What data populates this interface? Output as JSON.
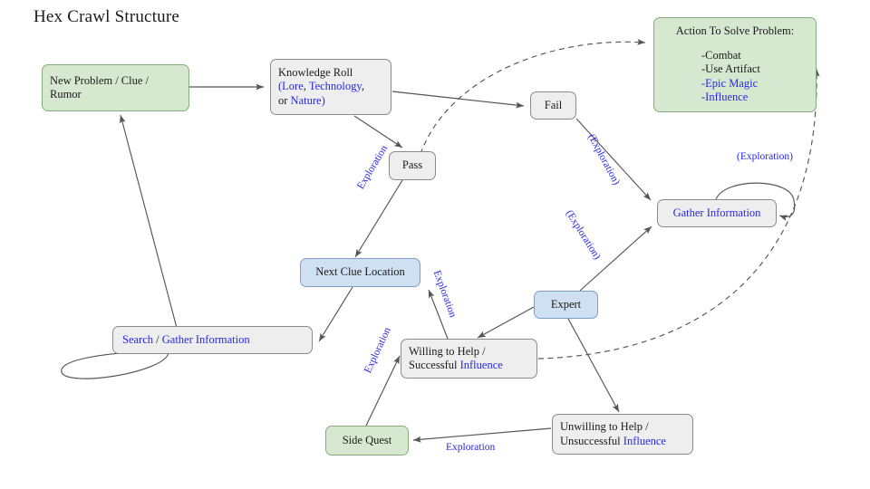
{
  "diagram": {
    "title": "Hex Crawl Structure",
    "type": "flowchart",
    "colors": {
      "green_fill": "#d6e9d0",
      "green_stroke": "#86ab7d",
      "blue_fill": "#cfe0f3",
      "blue_stroke": "#7e9ec4",
      "gray_fill": "#eeeeee",
      "gray_stroke": "#8a8a8a",
      "link_text": "#2727e6",
      "body_text": "#1a1a1a",
      "edge_stroke": "#555555"
    }
  },
  "nodes": {
    "new_problem": {
      "line1": "New Problem / Clue /",
      "line2": "Rumor"
    },
    "knowledge_roll": {
      "line1": "Knowledge Roll",
      "line2_open": "(",
      "line2_a": "Lore",
      "line2_comma": ", ",
      "line2_b": "Technology",
      "line2_end": ",",
      "line3_pre": "or ",
      "line3_c": "Nature",
      "line3_close": ")"
    },
    "action_box": {
      "title": "Action To Solve Problem:",
      "items": [
        "-Combat",
        "-Use Artifact",
        "-Epic Magic",
        "-Influence"
      ],
      "items_blue": [
        false,
        false,
        true,
        true
      ]
    },
    "fail": {
      "label": "Fail"
    },
    "pass": {
      "label": "Pass"
    },
    "gather_information": {
      "label": "Gather Information"
    },
    "next_clue_location": {
      "label": "Next Clue Location"
    },
    "expert": {
      "label": "Expert"
    },
    "search_gather": {
      "a": "Search",
      "sep": " / ",
      "b": "Gather Information"
    },
    "willing": {
      "line1": "Willing to Help /",
      "line2_pre": "Successful ",
      "line2_b": "Influence"
    },
    "unwilling": {
      "line1": "Unwilling to Help /",
      "line2_pre": "Unsuccessful ",
      "line2_b": "Influence"
    },
    "side_quest": {
      "label": "Side Quest"
    }
  },
  "edge_labels": {
    "pass_to_next_clue": "Exploration",
    "fail_to_gather": "(Exploration)",
    "gather_self_loop": "(Exploration)",
    "expert_to_gather": "(Exploration)",
    "willing_to_next_clue": "Exploration",
    "side_quest_to_willing": "Exploration",
    "unwilling_to_side_quest": "Exploration"
  }
}
